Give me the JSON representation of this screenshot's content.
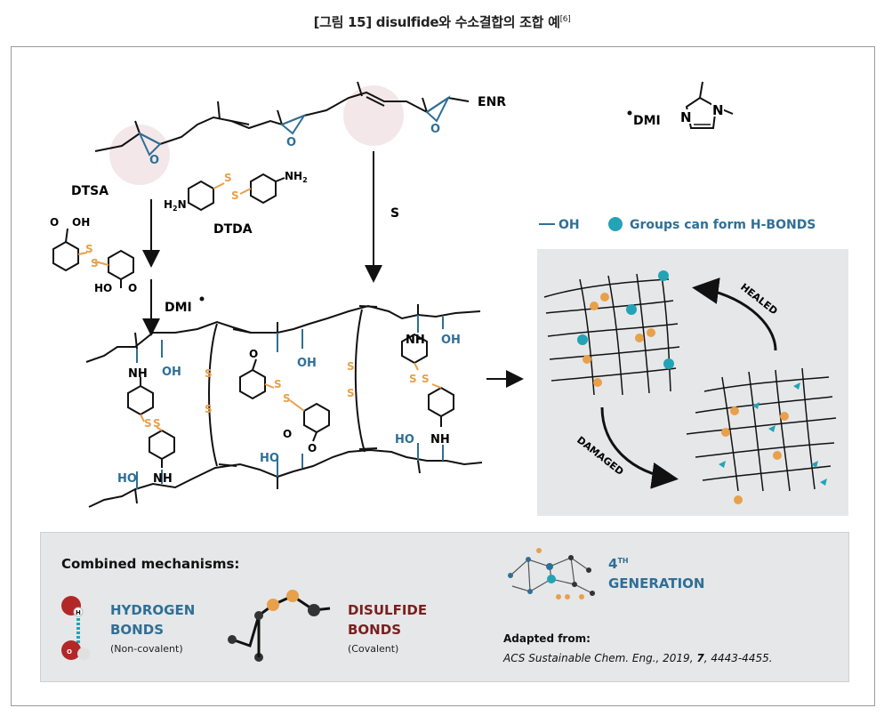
{
  "caption": {
    "title": "[그림 15] disulfide와 수소결합의 조합 예",
    "ref": "[6]"
  },
  "reaction": {
    "enr_label": "ENR",
    "dmi_label": "DMI",
    "dtsa_label": "DTSA",
    "dtda_label": "DTDA",
    "s_label": "S",
    "dmi_catalyst": "DMI",
    "nh2": "NH",
    "h2n": "H",
    "oh": "OH",
    "ho": "HO",
    "nh": "NH",
    "s": "S",
    "o": "O",
    "n": "N"
  },
  "legend": {
    "oh_line": "— OH",
    "groups_text": "Groups can form H-BONDS"
  },
  "cycle": {
    "healed": "HEALED",
    "damaged": "DAMAGED"
  },
  "panel": {
    "heading": "Combined mechanisms:",
    "hydrogen_title_1": "HYDROGEN",
    "hydrogen_title_2": "BONDS",
    "hydrogen_sub": "(Non-covalent)",
    "disulfide_title_1": "DISULFIDE",
    "disulfide_title_2": "BONDS",
    "disulfide_sub": "(Covalent)",
    "gen_sup": "TH",
    "gen_num": "4",
    "gen_word": "GENERATION",
    "adapted_label": "Adapted from:",
    "citation_prefix": "ACS Sustainable Chem. Eng., 2019, ",
    "citation_volume": "7",
    "citation_pages": ", 4443-4455.",
    "atom_h": "H",
    "atom_o": "O"
  },
  "colors": {
    "blue": "#2f6f96",
    "orange": "#e8a04b",
    "teal": "#23a3b6",
    "darkred": "#7a1f1f",
    "panel_bg": "#e6e7e8"
  }
}
